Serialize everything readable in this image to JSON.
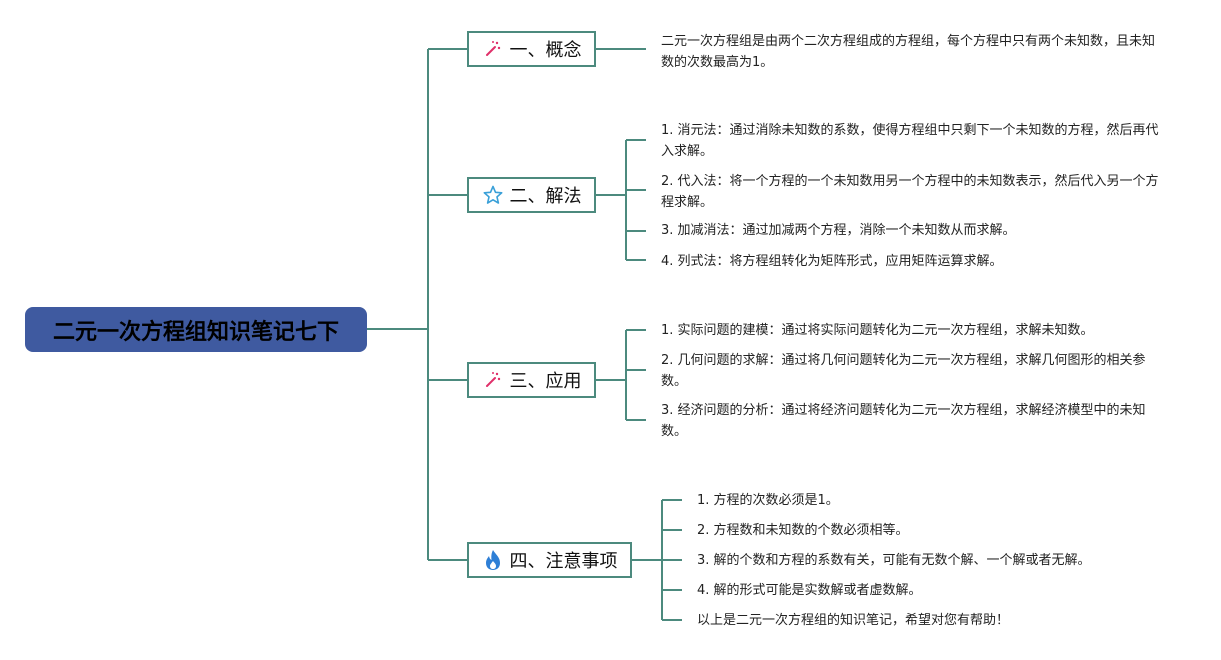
{
  "root": {
    "title": "二元一次方程组知识笔记七下"
  },
  "branches": [
    {
      "label": "一、概念",
      "icon": "magic-wand-icon",
      "items": [
        "二元一次方程组是由两个二次方程组成的方程组，每个方程中只有两个未知数，且未知数的次数最高为1。"
      ]
    },
    {
      "label": "二、解法",
      "icon": "star-icon",
      "items": [
        "1. 消元法：通过消除未知数的系数，使得方程组中只剩下一个未知数的方程，然后再代入求解。",
        "2. 代入法：将一个方程的一个未知数用另一个方程中的未知数表示，然后代入另一个方程求解。",
        "3. 加减消法：通过加减两个方程，消除一个未知数从而求解。",
        "4. 列式法：将方程组转化为矩阵形式，应用矩阵运算求解。"
      ]
    },
    {
      "label": "三、应用",
      "icon": "magic-wand-icon",
      "items": [
        "1. 实际问题的建模：通过将实际问题转化为二元一次方程组，求解未知数。",
        "2. 几何问题的求解：通过将几何问题转化为二元一次方程组，求解几何图形的相关参数。",
        "3. 经济问题的分析：通过将经济问题转化为二元一次方程组，求解经济模型中的未知数。"
      ]
    },
    {
      "label": "四、注意事项",
      "icon": "fire-icon",
      "items": [
        "1. 方程的次数必须是1。",
        "2. 方程数和未知数的个数必须相等。",
        "3. 解的个数和方程的系数有关，可能有无数个解、一个解或者无解。",
        "4. 解的形式可能是实数解或者虚数解。",
        "以上是二元一次方程组的知识笔记，希望对您有帮助！"
      ]
    }
  ],
  "colors": {
    "root_fill": "#3f5aa0",
    "connector": "#4c8a7e",
    "wand": "#e0306a",
    "star": "#3aa0d8",
    "fire": "#2e7fd6"
  }
}
